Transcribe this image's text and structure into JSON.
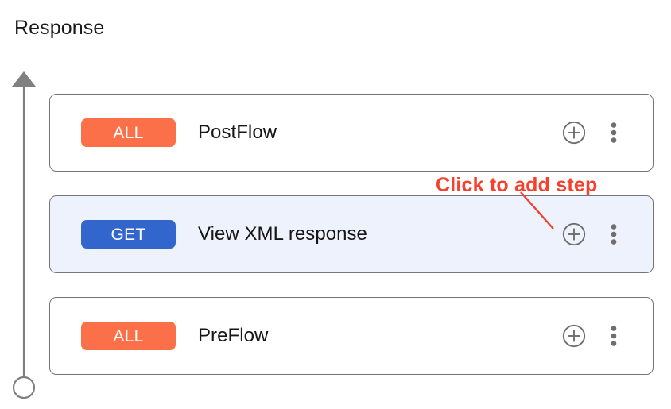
{
  "page": {
    "title": "Response",
    "background": "#ffffff"
  },
  "timeline": {
    "name": "flow-direction-axis",
    "arrow_direction": "up",
    "line_color": "#808080",
    "endpoint_shape": "circle"
  },
  "colors": {
    "badge_all": "#fb7049",
    "badge_get": "#3366cc",
    "row_selected_background": "#eef2fc",
    "row_border": "#757575",
    "annotation": "#f4402e",
    "icon": "#6e6e6e"
  },
  "flow_rows": [
    {
      "method": "ALL",
      "method_type": "all",
      "label": "PostFlow",
      "selected": false,
      "add_icon": "plus-circle-icon",
      "more_icon": "more-vertical-icon"
    },
    {
      "method": "GET",
      "method_type": "get",
      "label": "View XML response",
      "selected": true,
      "add_icon": "plus-circle-icon",
      "more_icon": "more-vertical-icon"
    },
    {
      "method": "ALL",
      "method_type": "all",
      "label": "PreFlow",
      "selected": false,
      "add_icon": "plus-circle-icon",
      "more_icon": "more-vertical-icon"
    }
  ],
  "annotation": {
    "text": "Click to add step",
    "color": "#f4402e",
    "points_to": "add-step-button-row-1"
  }
}
